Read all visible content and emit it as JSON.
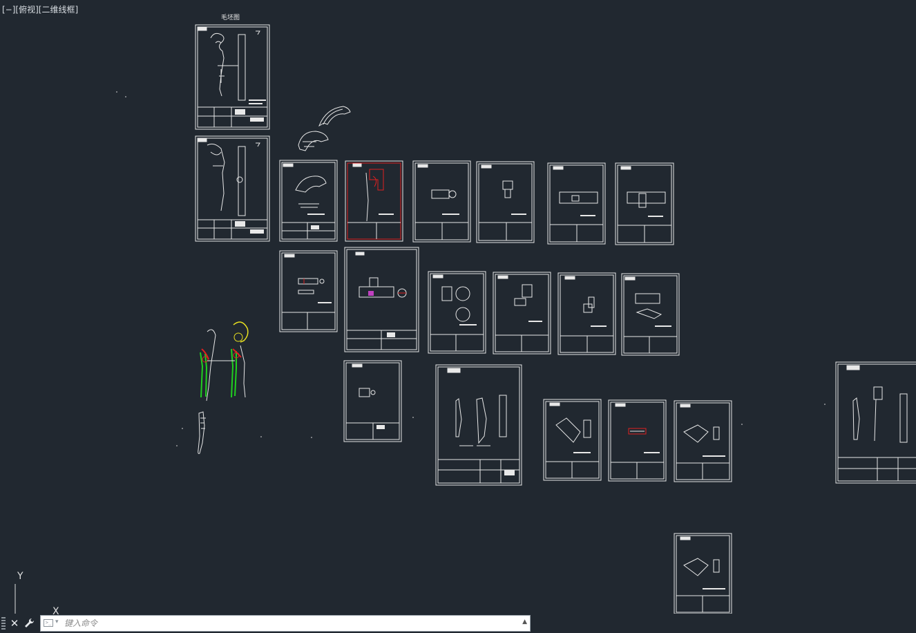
{
  "viewport": {
    "label": "[−][俯视][二维线框]"
  },
  "ucs": {
    "y_label": "Y",
    "x_label": "X"
  },
  "command_line": {
    "close_glyph": "✕",
    "customize_icon": "wrench-icon",
    "placeholder": "键入命令",
    "history_glyph": "▲"
  },
  "drawing": {
    "title_label": "毛坯图",
    "background": "#212830",
    "line_color": "#e8e8e8",
    "accent_red": "#e02020",
    "accent_green": "#20d020",
    "accent_yellow": "#e8e020"
  }
}
